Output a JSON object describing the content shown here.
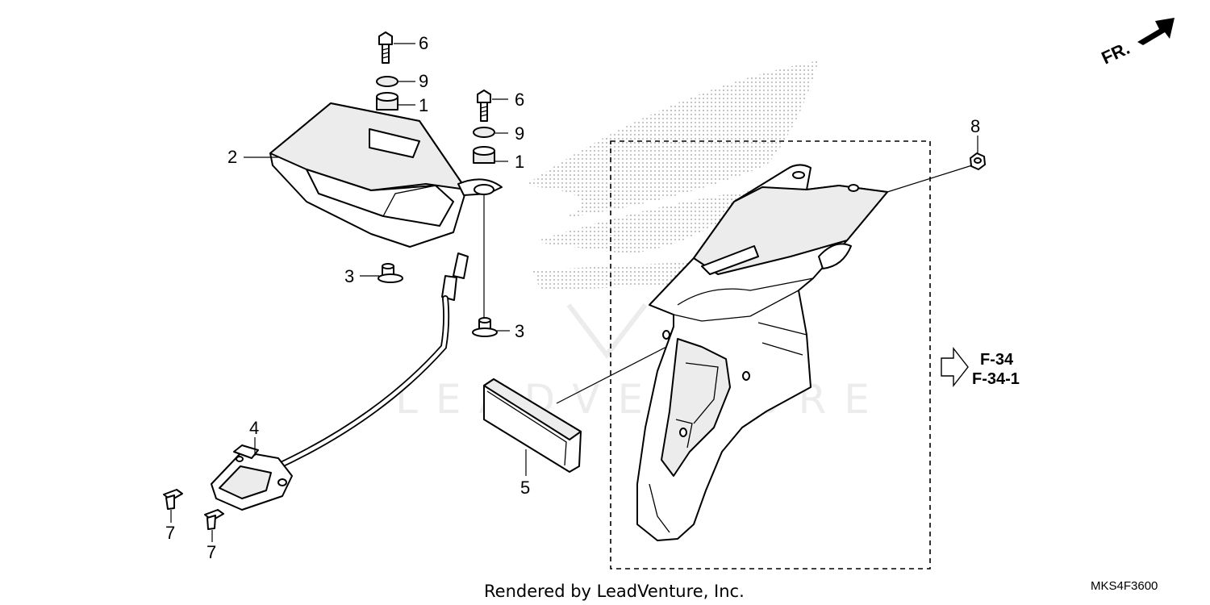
{
  "callouts": {
    "c6a": "6",
    "c9a": "9",
    "c1a": "1",
    "c2": "2",
    "c3a": "3",
    "c6b": "6",
    "c9b": "9",
    "c1b": "1",
    "c3b": "3",
    "c4": "4",
    "c5": "5",
    "c7a": "7",
    "c7b": "7",
    "c8": "8"
  },
  "references": [
    "F-34",
    "F-34-1"
  ],
  "direction_label": "FR.",
  "watermark": "LEADVENTURE",
  "footer": {
    "rendered_by": "Rendered by LeadVenture, Inc.",
    "diagram_code": "MKS4F3600"
  },
  "icons": {
    "direction": "arrow-icon",
    "reference": "hollow-arrow-icon"
  }
}
